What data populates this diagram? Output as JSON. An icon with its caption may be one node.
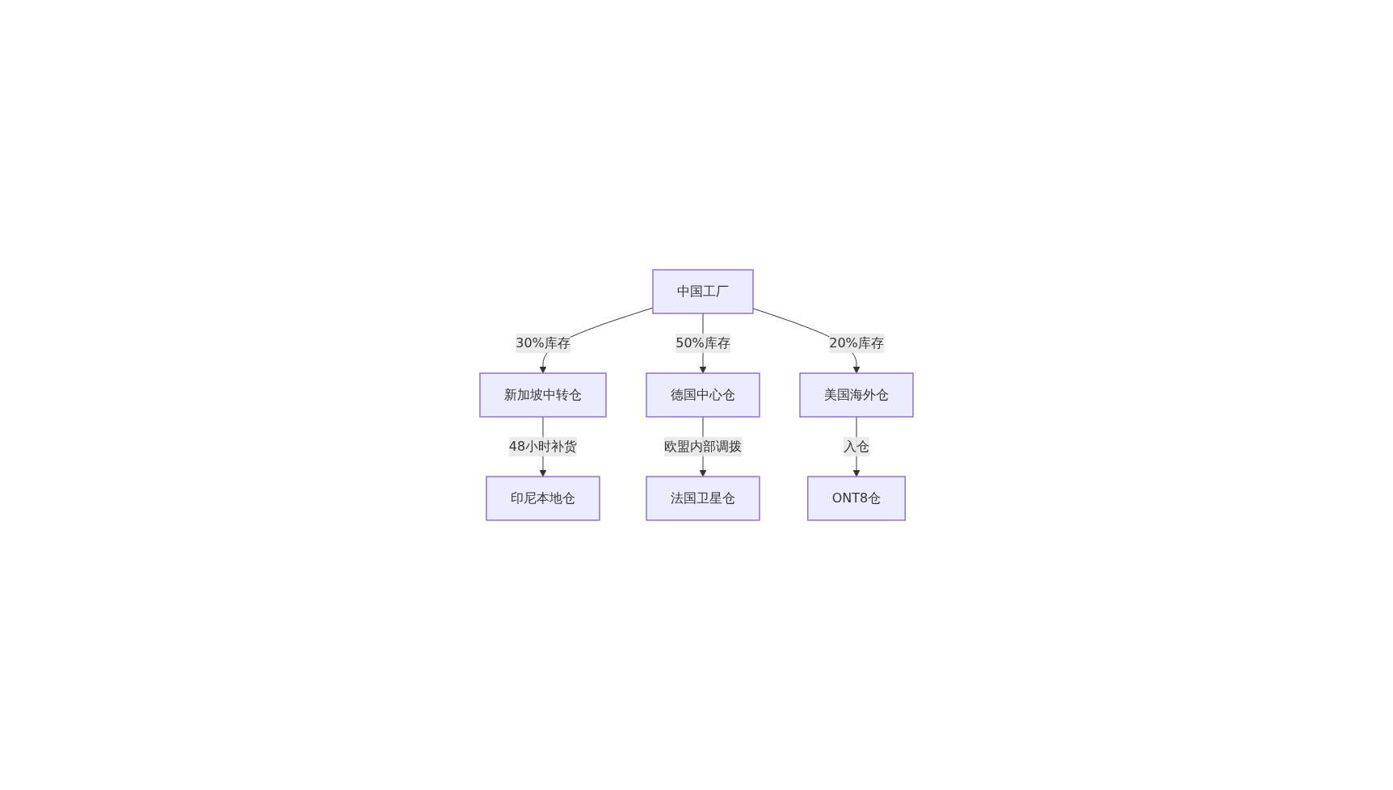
{
  "diagram": {
    "nodes": [
      {
        "text": [
          "中国工厂"
        ]
      },
      {
        "text": [
          "新加坡中转仓"
        ]
      },
      {
        "text": [
          "德国中心仓"
        ]
      },
      {
        "text": [
          "美国海外仓"
        ]
      },
      {
        "text": [
          "印尼本地仓"
        ]
      },
      {
        "text": [
          "法国卫星仓"
        ]
      },
      {
        "text": [
          "ONT8仓"
        ]
      }
    ],
    "edges": [
      {
        "from": 0,
        "to": 1,
        "arrow": "to",
        "label": "30%库存"
      },
      {
        "from": 0,
        "to": 2,
        "arrow": "to",
        "label": "50%库存"
      },
      {
        "from": 0,
        "to": 3,
        "arrow": "to",
        "label": "20%库存"
      },
      {
        "from": 1,
        "to": 4,
        "arrow": "to",
        "label": "48小时补货"
      },
      {
        "from": 2,
        "to": 5,
        "arrow": "to",
        "label": "欧盟内部调拨"
      },
      {
        "from": 3,
        "to": 6,
        "arrow": "to",
        "label": "入仓"
      }
    ]
  }
}
